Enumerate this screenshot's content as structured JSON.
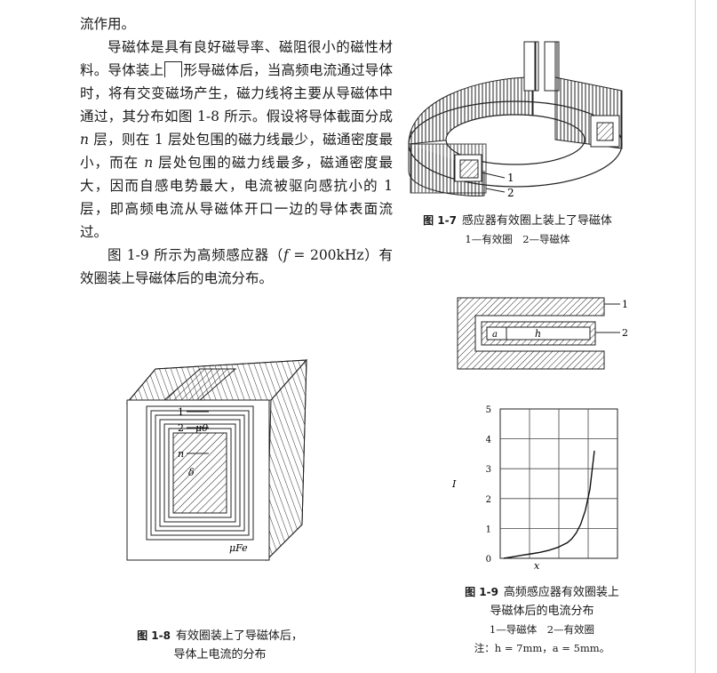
{
  "body": {
    "p1": "流作用。",
    "p2_a": "导磁体是具有良好磁导率、磁阻很小的磁性材料。导体装上",
    "p2_b": "形导磁体后，当高频电流通过导体时，将有交变磁场产生，磁力线将主要从导磁体中通过，其分布如图 1-8 所示。假设将导体截面分成",
    "p2_n1": "n",
    "p2_c": " 层，则在 1 层处包围的磁力线最少，磁通密度最小，而在 ",
    "p2_n2": "n",
    "p2_d": " 层处包围的磁力线最多，磁通密度最大，因而自感电势最大，电流被驱向感抗小的 1 层，即高频电流从导磁体开口一边的导体表面流过。",
    "p3_a": "图 1-9 所示为高频感应器（",
    "p3_f": "f",
    "p3_b": " = 200kHz）有效圈装上导磁体后的电流分布。"
  },
  "fig17": {
    "num": "图 1-7",
    "title": "感应器有效圈上装上了导磁体",
    "legend": "1—有效圈　2—导磁体",
    "label1": "1",
    "label2": "2"
  },
  "fig18": {
    "num": "图 1-8",
    "title_line1": "有效圈装上了导磁体后，",
    "title_line2": "导体上电流的分布",
    "label1": "1",
    "label2": "2",
    "mu0": "μ0",
    "n": "n",
    "delta": "δ",
    "mufe": "μFe"
  },
  "fig19": {
    "num": "图 1-9",
    "title_line1": "高频感应器有效圈装上",
    "title_line2": "导磁体后的电流分布",
    "legend": "1—导磁体　2—有效圈",
    "note": "注：h = 7mm，a = 5mm。",
    "label1": "1",
    "label2": "2",
    "dim_a": "a",
    "dim_h": "h"
  },
  "chart_data": {
    "type": "line",
    "title": "",
    "xlabel": "x",
    "ylabel": "I",
    "ylim": [
      0,
      5
    ],
    "yticks": [
      "0",
      "1",
      "2",
      "3",
      "4",
      "5"
    ],
    "series": [
      {
        "x": [
          0.0,
          0.1,
          0.2,
          0.3,
          0.4,
          0.5,
          0.6,
          0.7,
          0.75,
          0.8,
          0.85,
          0.9,
          0.95,
          1.0
        ],
        "values": [
          0.0,
          0.05,
          0.1,
          0.15,
          0.2,
          0.27,
          0.37,
          0.52,
          0.65,
          0.85,
          1.15,
          1.6,
          2.3,
          3.6
        ]
      }
    ]
  }
}
